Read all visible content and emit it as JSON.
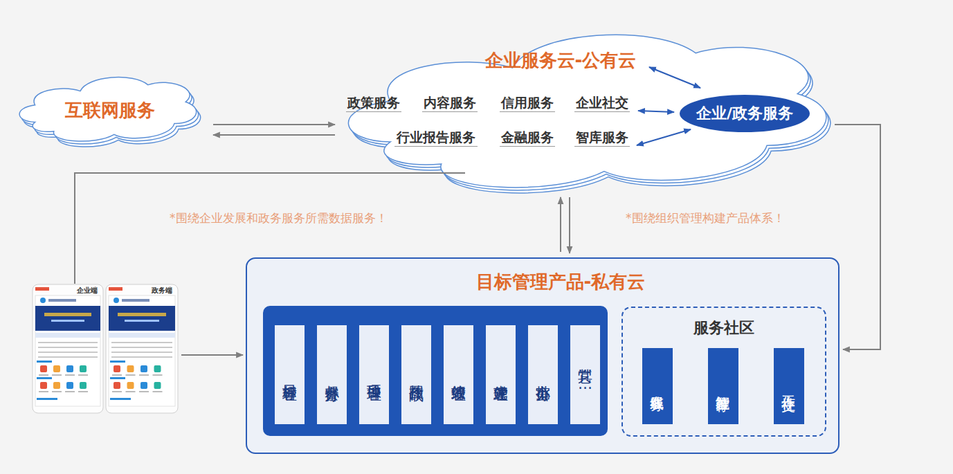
{
  "diagram": {
    "nodes": [
      {
        "text": [
          "互联网服务"
        ]
      },
      {
        "text": [
          "企业服务云-公有云"
        ]
      },
      {
        "text": [
          "政策服务"
        ],
        "in": 1
      },
      {
        "text": [
          "内容服务"
        ],
        "in": 1
      },
      {
        "text": [
          "信用服务"
        ],
        "in": 1
      },
      {
        "text": [
          "企业社交"
        ],
        "in": 1
      },
      {
        "text": [
          "行业报告服务"
        ],
        "in": 1
      },
      {
        "text": [
          "金融服务"
        ],
        "in": 1
      },
      {
        "text": [
          "智库服务"
        ],
        "in": 1
      },
      {
        "text": [
          "企业/政务服务"
        ],
        "in": 1
      },
      {
        "text": [
          "企业端"
        ]
      },
      {
        "text": [
          "政务端"
        ]
      },
      {
        "text": [
          "目标管理产品-私有云"
        ]
      },
      {
        "text": [
          "目标管理"
        ],
        "in": 12
      },
      {
        "text": [
          "督察督办"
        ],
        "in": 12
      },
      {
        "text": [
          "项目管理"
        ],
        "in": 12
      },
      {
        "text": [
          "挂图作战"
        ],
        "in": 12
      },
      {
        "text": [
          "绩效管理"
        ],
        "in": 12
      },
      {
        "text": [
          "党建管理"
        ],
        "in": 12
      },
      {
        "text": [
          "审批办公"
        ],
        "in": 12
      },
      {
        "text": [
          "其它……"
        ],
        "in": 12
      },
      {
        "text": [
          "服务社区"
        ],
        "in": 12
      },
      {
        "text": [
          "在线服务"
        ],
        "in": 21
      },
      {
        "text": [
          "智能推荐"
        ],
        "in": 21
      },
      {
        "text": [
          "工作社交"
        ],
        "in": 21
      }
    ],
    "edges": [
      {
        "from": 0,
        "to": 1,
        "arrow": "to"
      },
      {
        "from": 1,
        "to": 0,
        "arrow": "to"
      },
      {
        "from": 5,
        "to": 9,
        "arrow": "both"
      },
      {
        "from": 8,
        "to": 9,
        "arrow": "both"
      },
      {
        "from": 12,
        "to": 1,
        "arrow": "to"
      },
      {
        "from": 1,
        "to": 12,
        "arrow": "to"
      },
      {
        "from": 1,
        "to": 12,
        "arrow": "to"
      },
      {
        "from": 10,
        "to": 1,
        "arrow": "none"
      },
      {
        "from": 11,
        "to": 12,
        "arrow": "to"
      },
      {
        "from": 1,
        "to": 9,
        "arrow": "both"
      }
    ],
    "labels": [
      "*围绕企业发展和政务服务所需数据服务！",
      "*围绕组织管理构建产品体系！"
    ]
  }
}
